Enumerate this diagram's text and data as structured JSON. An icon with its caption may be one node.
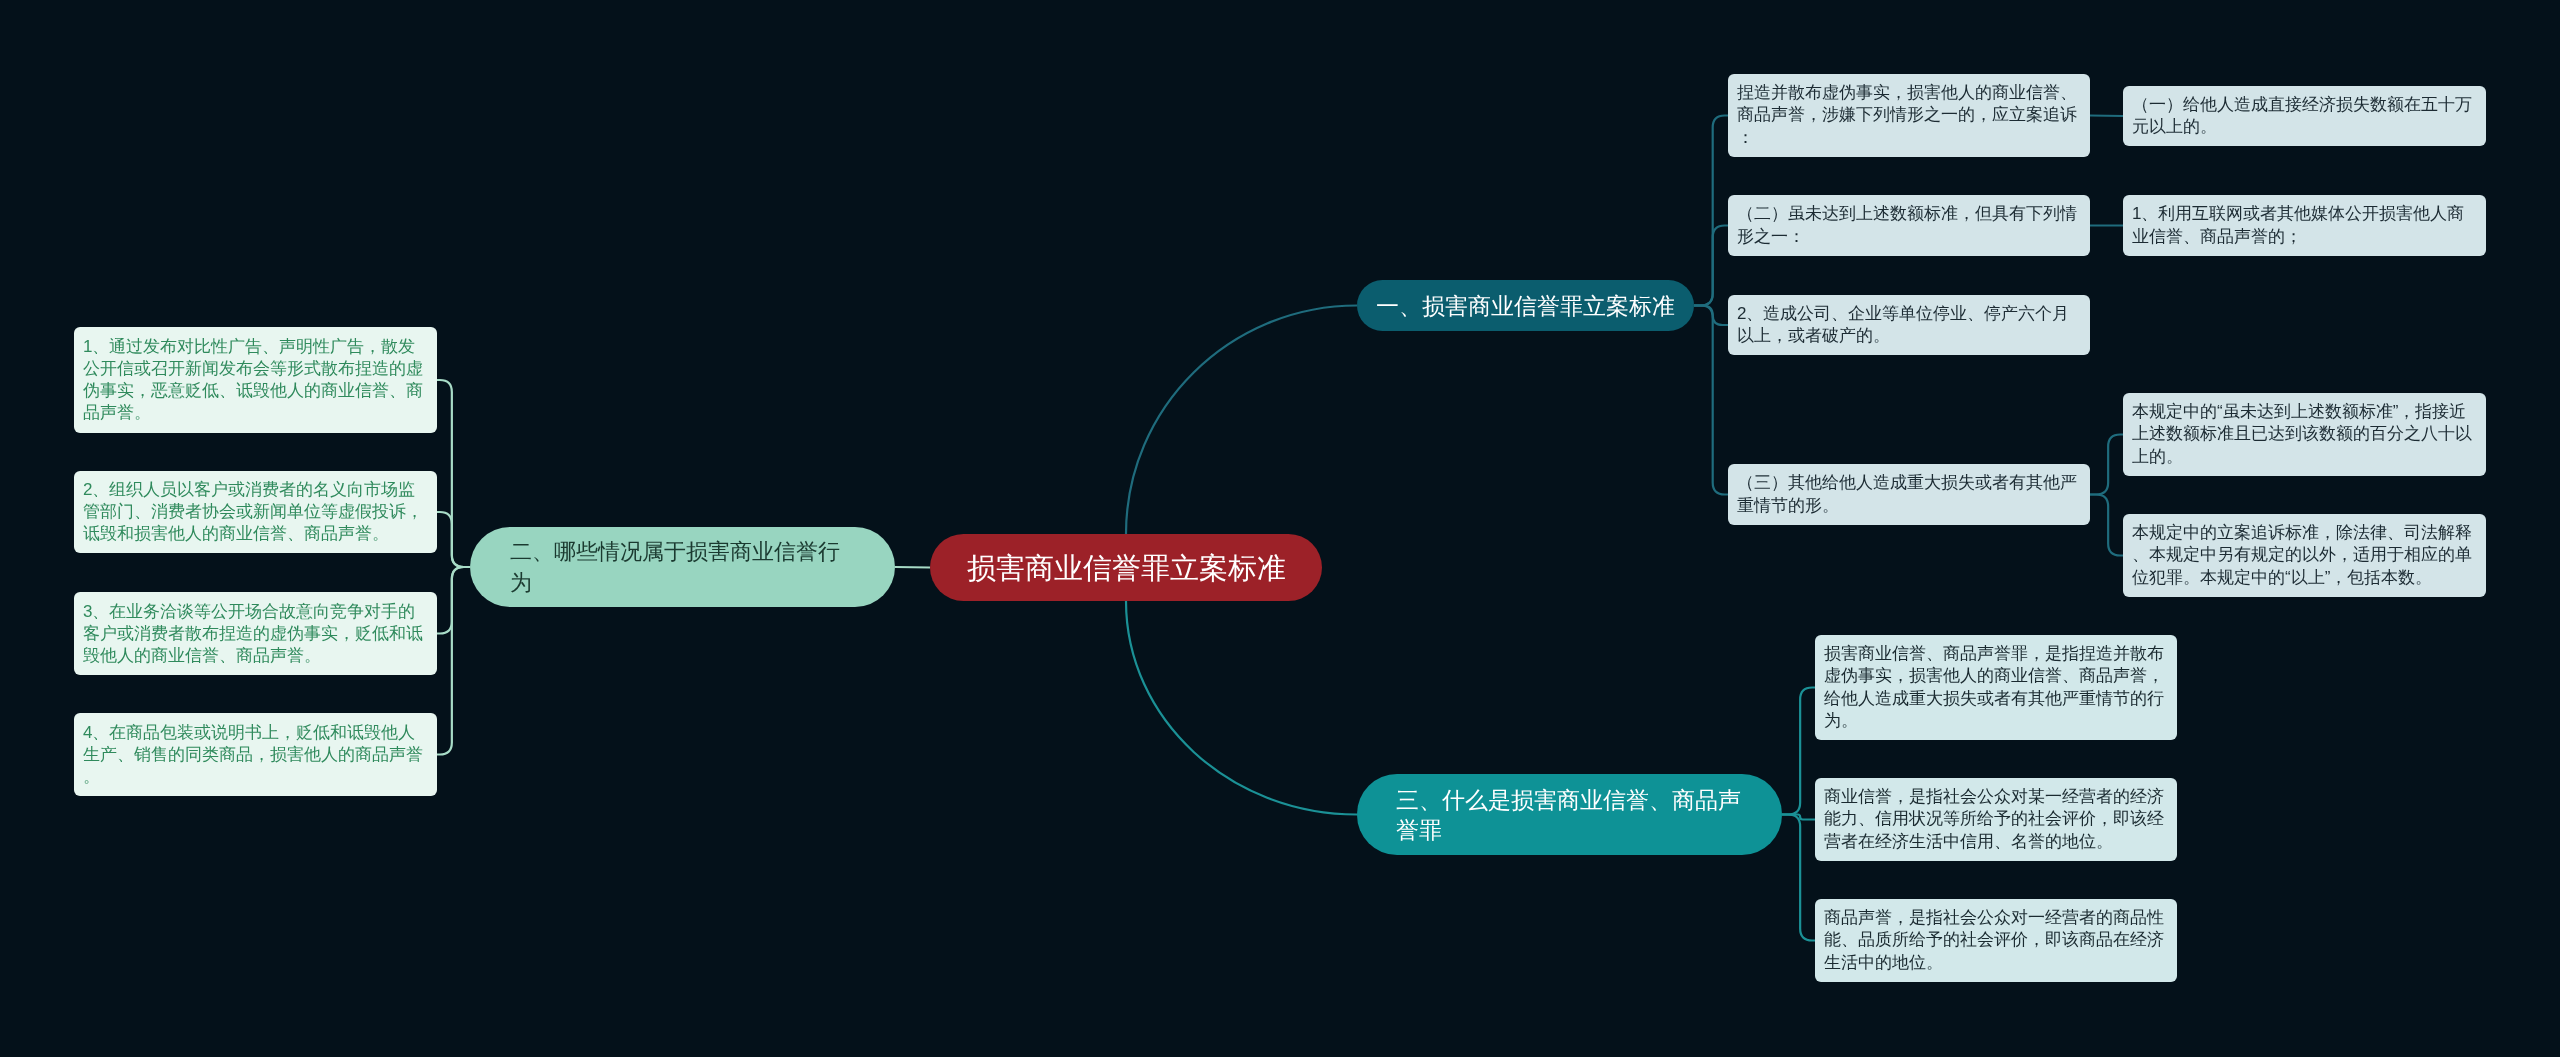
{
  "diagram": {
    "nodes": [
      {
        "text": [
          "损害商业信誉罪立案标准"
        ]
      },
      {
        "text": [
          "一、损害商业信誉罪立案标准"
        ]
      },
      {
        "text": [
          "捏造并散布虚伪事实，损害他人的商业信誉、商品声誉，涉嫌下列情形之一的，应立案追诉："
        ]
      },
      {
        "text": [
          "（一）给他人造成直接经济损失数额在五十万元以上的。"
        ]
      },
      {
        "text": [
          "（二）虽未达到上述数额标准，但具有下列情形之一："
        ]
      },
      {
        "text": [
          "1、利用互联网或者其他媒体公开损害他人商业信誉、商品声誉的；"
        ]
      },
      {
        "text": [
          "2、造成公司、企业等单位停业、停产六个月以上，或者破产的。"
        ]
      },
      {
        "text": [
          "（三）其他给他人造成重大损失或者有其他严重情节的形。"
        ]
      },
      {
        "text": [
          "本规定中的“虽未达到上述数额标准”，指接近上述数额标准且已达到该数额的百分之八十以上的。"
        ]
      },
      {
        "text": [
          "本规定中的立案追诉标准，除法律、司法解释、本规定中另有规定的以外，适用于相应的单位犯罪。本规定中的“以上”，包括本数。"
        ]
      },
      {
        "text": [
          "三、什么是损害商业信誉、商品声誉罪"
        ]
      },
      {
        "text": [
          "损害商业信誉、商品声誉罪，是指捏造并散布虚伪事实，损害他人的商业信誉、商品声誉，给他人造成重大损失或者有其他严重情节的行为。"
        ]
      },
      {
        "text": [
          "商业信誉，是指社会公众对某一经营者的经济能力、信用状况等所给予的社会评价，即该经营者在经济生活中信用、名誉的地位。"
        ]
      },
      {
        "text": [
          "商品声誉，是指社会公众对一经营者的商品性能、品质所给予的社会评价，即该商品在经济生活中的地位。"
        ]
      },
      {
        "text": [
          "二、哪些情况属于损害商业信誉行为"
        ]
      },
      {
        "text": [
          "1、通过发布对比性广告、声明性广告，散发公开信或召开新闻发布会等形式散布捏造的虚伪事实，恶意贬低、诋毁他人的商业信誉、商品声誉。"
        ]
      },
      {
        "text": [
          "2、组织人员以客户或消费者的名义向市场监管部门、消费者协会或新闻单位等虚假投诉，诋毁和损害他人的商业信誉、商品声誉。"
        ]
      },
      {
        "text": [
          "3、在业务洽谈等公开场合故意向竞争对手的客户或消费者散布捏造的虚伪事实，贬低和诋毁他人的商业信誉、商品声誉。"
        ]
      },
      {
        "text": [
          "4、在商品包装或说明书上，贬低和诋毁他人生产、销售的同类商品，损害他人的商品声誉。"
        ]
      }
    ],
    "edges": [
      {
        "from": 0,
        "to": 1,
        "arrow": "none"
      },
      {
        "from": 1,
        "to": 2,
        "arrow": "none"
      },
      {
        "from": 1,
        "to": 4,
        "arrow": "none"
      },
      {
        "from": 1,
        "to": 6,
        "arrow": "none"
      },
      {
        "from": 1,
        "to": 7,
        "arrow": "none"
      },
      {
        "from": 2,
        "to": 3,
        "arrow": "none"
      },
      {
        "from": 4,
        "to": 5,
        "arrow": "none"
      },
      {
        "from": 7,
        "to": 8,
        "arrow": "none"
      },
      {
        "from": 7,
        "to": 9,
        "arrow": "none"
      },
      {
        "from": 0,
        "to": 10,
        "arrow": "none",
        "color": "#1b9196"
      },
      {
        "from": 10,
        "to": 11,
        "arrow": "none",
        "color": "#1b9196"
      },
      {
        "from": 10,
        "to": 12,
        "arrow": "none",
        "color": "#1b9196"
      },
      {
        "from": 10,
        "to": 13,
        "arrow": "none",
        "color": "#1b9196"
      },
      {
        "from": 0,
        "to": 14,
        "arrow": "none",
        "color": "#a8dcc7"
      },
      {
        "from": 14,
        "to": 15,
        "arrow": "none",
        "color": "#a8dcc7"
      },
      {
        "from": 14,
        "to": 16,
        "arrow": "none",
        "color": "#a8dcc7"
      },
      {
        "from": 14,
        "to": 17,
        "arrow": "none",
        "color": "#a8dcc7"
      },
      {
        "from": 14,
        "to": 18,
        "arrow": "none",
        "color": "#a8dcc7"
      }
    ]
  }
}
